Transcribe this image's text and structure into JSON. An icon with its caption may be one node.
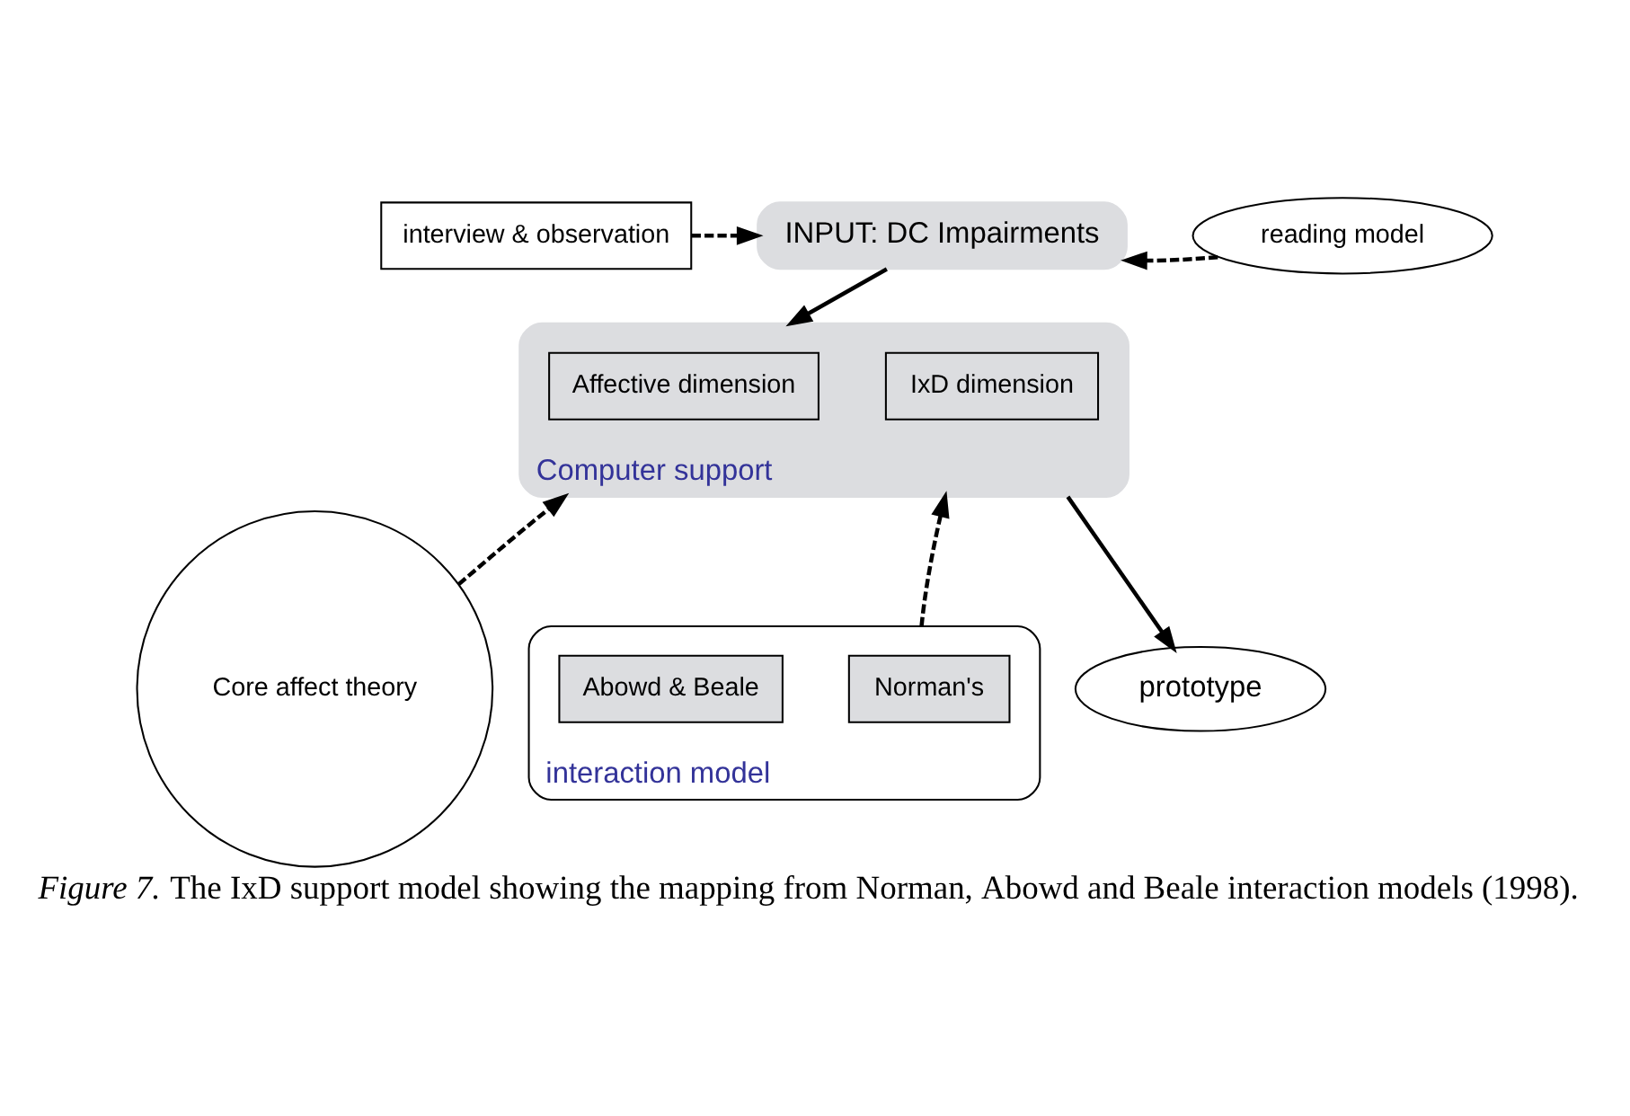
{
  "diagram": {
    "caption": "*Figure 7.* The IxD support model showing the mapping from Norman, Abowd and Beale interaction models (1998).",
    "nodes": [
      {
        "text": [
          "interview & observation"
        ]
      },
      {
        "text": [
          "INPUT: DC Impairments"
        ]
      },
      {
        "text": [
          "reading model"
        ]
      },
      {
        "text": [
          "Computer support"
        ]
      },
      {
        "text": [
          "Affective dimension"
        ],
        "in": 3
      },
      {
        "text": [
          "IxD dimension"
        ],
        "in": 3
      },
      {
        "text": [
          "prototype"
        ]
      },
      {
        "text": [
          "Core affect theory"
        ]
      },
      {
        "text": [
          "interaction model"
        ]
      },
      {
        "text": [
          "Norman's"
        ],
        "in": 8
      },
      {
        "text": [
          "Abowd & Beale"
        ],
        "in": 8
      }
    ],
    "edges": [
      {
        "from": 0,
        "to": 1,
        "arrow": "to",
        "style": "dashed"
      },
      {
        "from": 2,
        "to": 1,
        "arrow": "to",
        "style": "dashed"
      },
      {
        "from": 1,
        "to": 3,
        "arrow": "to"
      },
      {
        "from": 3,
        "to": 6,
        "arrow": "to"
      },
      {
        "from": 7,
        "to": 3,
        "arrow": "to",
        "style": "dashed"
      },
      {
        "from": 8,
        "to": 3,
        "arrow": "to",
        "style": "dashed"
      }
    ]
  }
}
